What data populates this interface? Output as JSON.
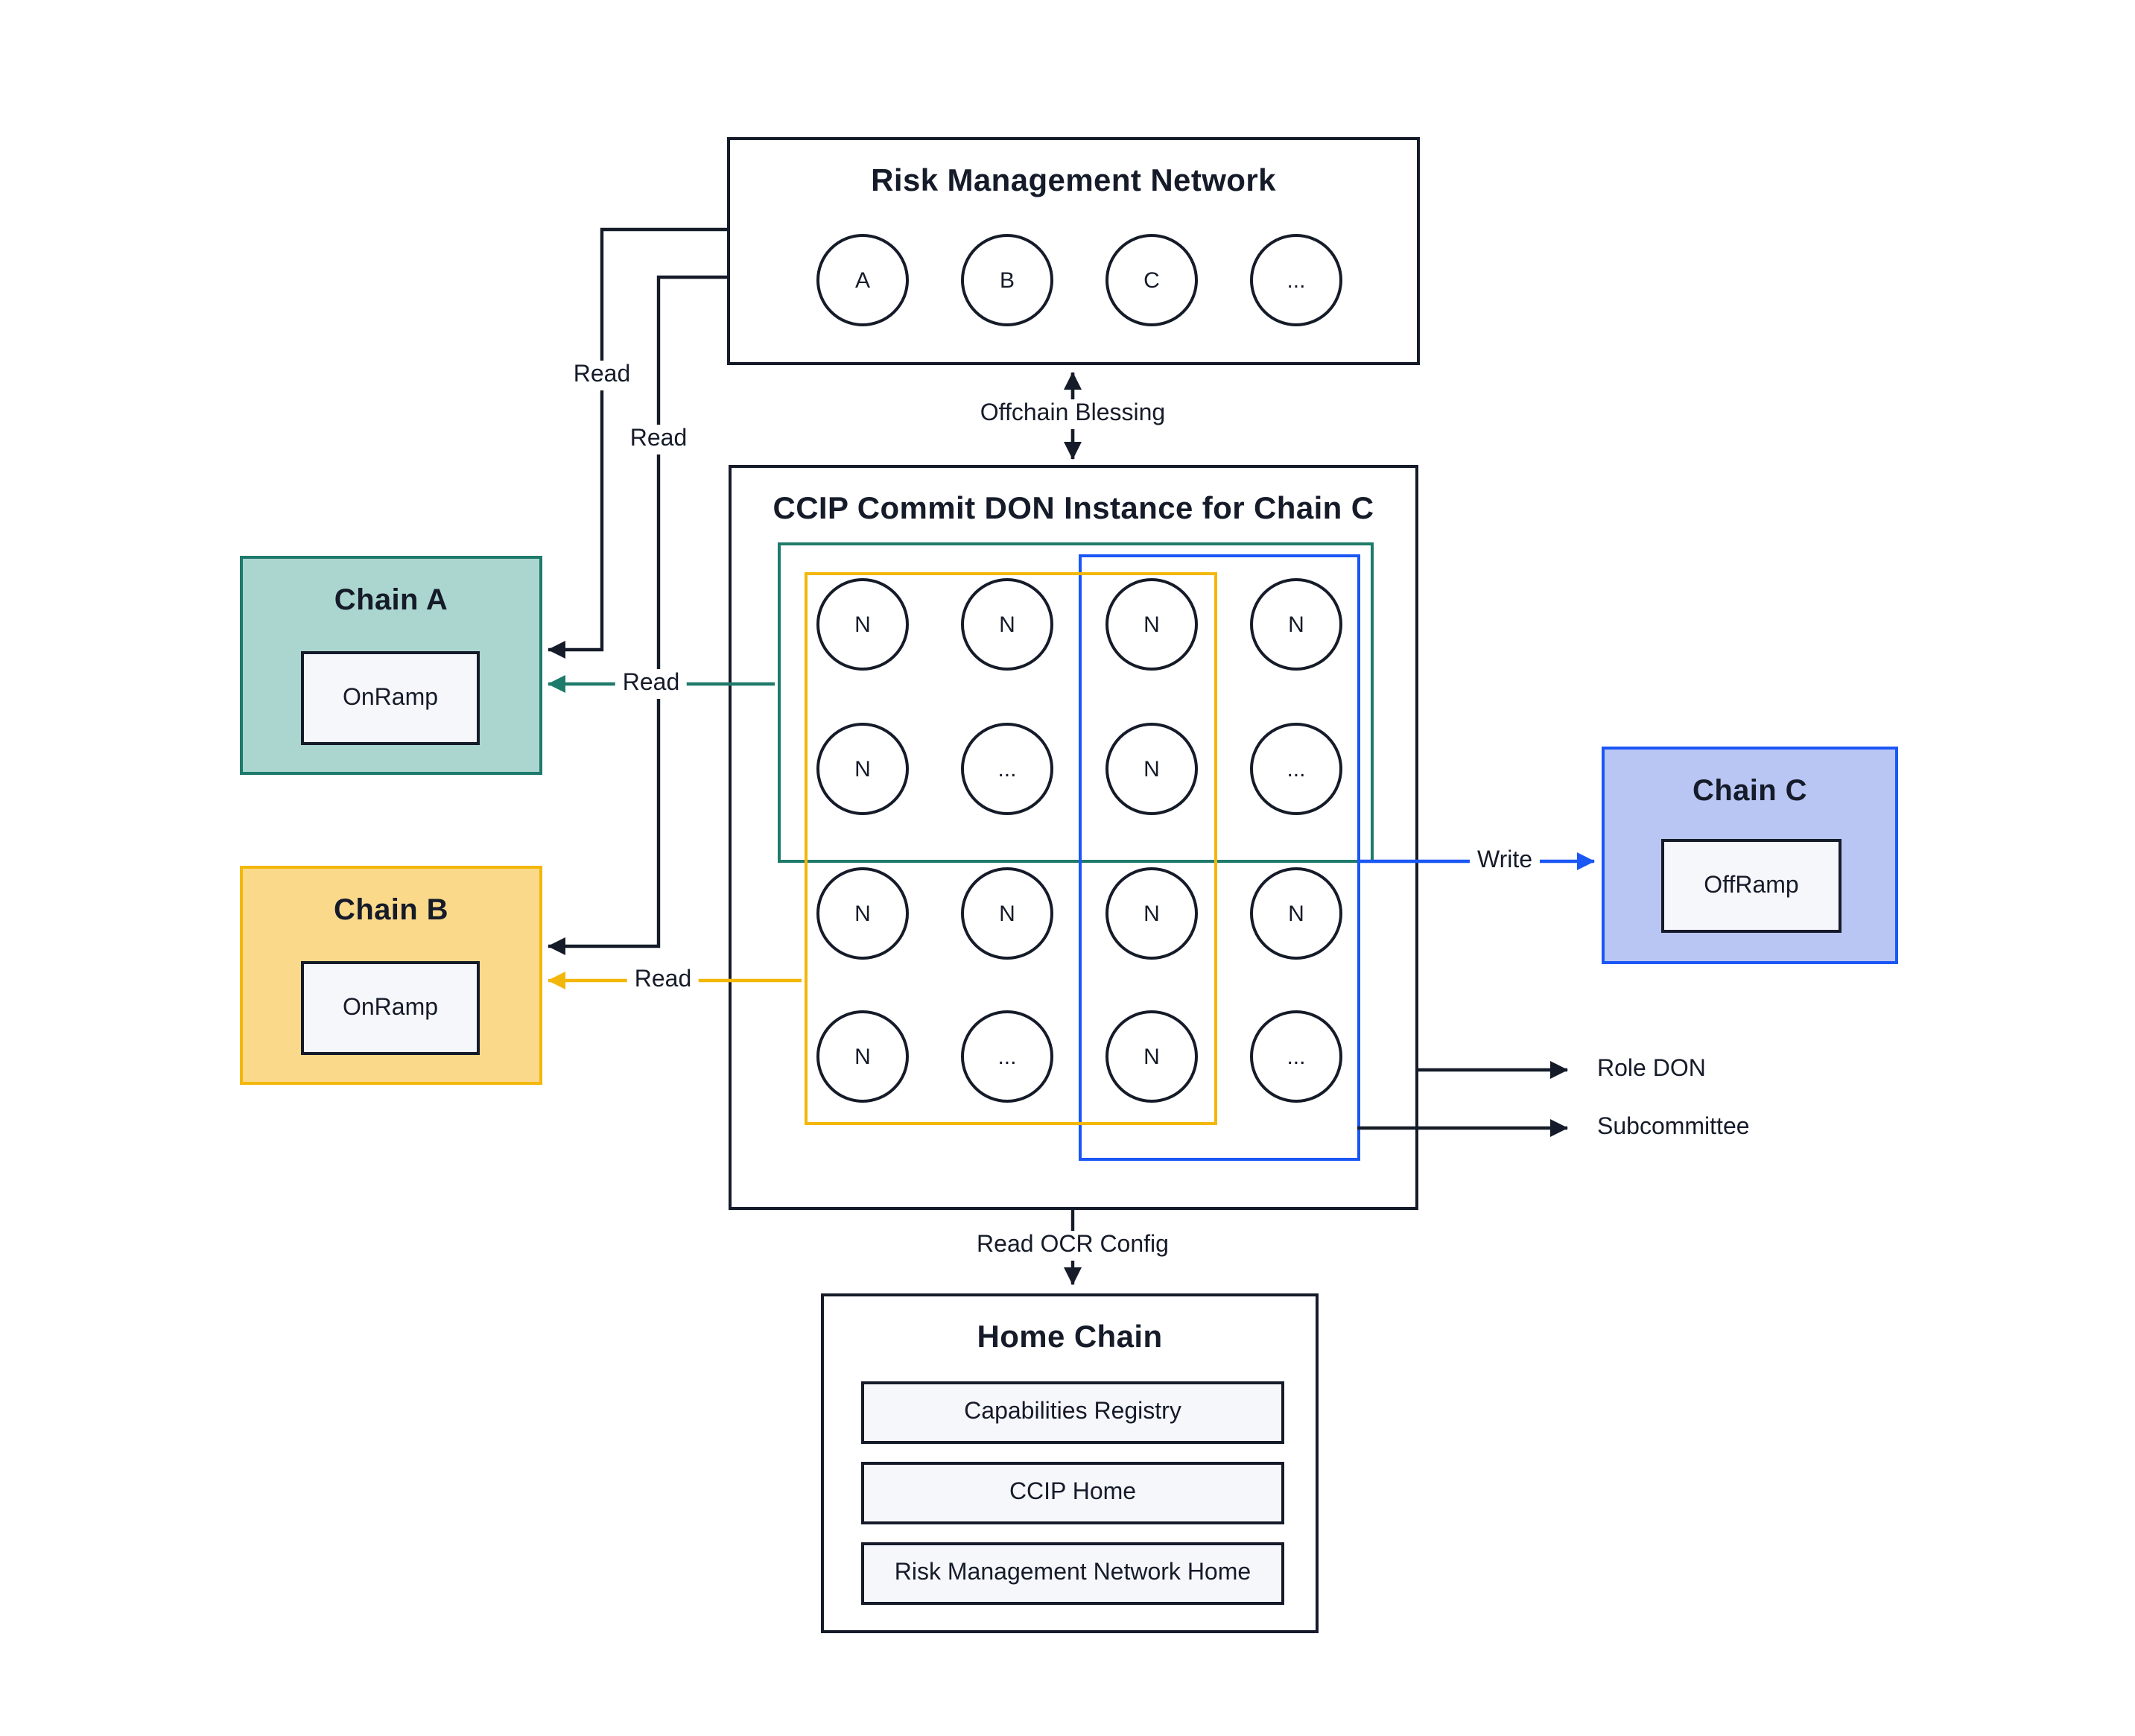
{
  "rmn": {
    "title": "Risk Management Network",
    "nodes": [
      "A",
      "B",
      "C",
      "..."
    ]
  },
  "ccip": {
    "title": "CCIP Commit DON Instance for Chain C",
    "nodes": [
      "N",
      "N",
      "N",
      "N",
      "N",
      "...",
      "N",
      "...",
      "N",
      "N",
      "N",
      "N",
      "N",
      "...",
      "N",
      "..."
    ]
  },
  "chain_a": {
    "title": "Chain A",
    "contract": "OnRamp"
  },
  "chain_b": {
    "title": "Chain B",
    "contract": "OnRamp"
  },
  "chain_c": {
    "title": "Chain C",
    "contract": "OffRamp"
  },
  "home_chain": {
    "title": "Home Chain",
    "contracts": [
      "Capabilities Registry",
      "CCIP Home",
      "Risk Management Network Home"
    ]
  },
  "edges": {
    "rmn_to_chain_a": "Read",
    "rmn_to_chain_b": "Read",
    "don_to_chain_a": "Read",
    "don_to_chain_b": "Read",
    "offchain_blessing": "Offchain Blessing",
    "write": "Write",
    "role_don": "Role DON",
    "subcommittee": "Subcommittee",
    "read_ocr_config": "Read OCR Config"
  },
  "colors": {
    "ink": "#151b29",
    "teal": "#1e7a6b",
    "teal_fill": "#abd6cf",
    "yellow": "#f3b70a",
    "yellow_fill": "#fbd98b",
    "blue": "#1b57f5",
    "blue_fill": "#b9c6f3",
    "panel": "#f6f7fb"
  }
}
